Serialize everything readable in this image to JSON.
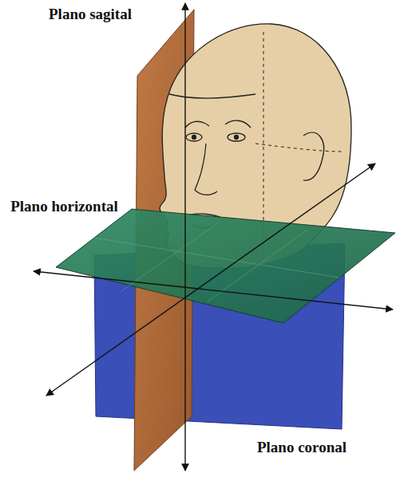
{
  "diagram": {
    "labels": [
      "Plano sagital",
      "Plano horizontal",
      "Plano coronal"
    ]
  }
}
